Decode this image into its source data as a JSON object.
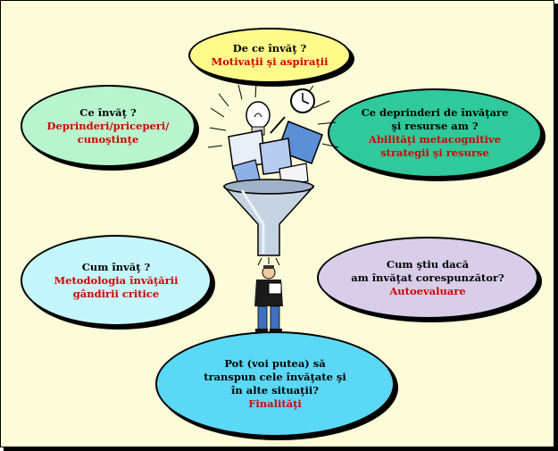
{
  "nodes": {
    "top": {
      "question": "De ce învăţ ?",
      "answer": "Motivaţii şi aspiraţii"
    },
    "ul": {
      "q1": "Ce învăţ ?",
      "a1": "Deprinderi/priceperi/",
      "a2": "cunoştinţe"
    },
    "ur": {
      "q1": "Ce deprinderi de învăţare",
      "q2": "şi resurse am ?",
      "a1": "Abilităţi metacognitive",
      "a2": "strategii şi resurse"
    },
    "ll": {
      "q1": "Cum învăţ ?",
      "a1": "Metodologia învăţării",
      "a2": "gândirii critice"
    },
    "lr": {
      "q1": "Cum ştiu dacă",
      "q2": "am învăţat corespunzător?",
      "a1": "Autoevaluare"
    },
    "bottom": {
      "q1": "Pot (voi putea) să",
      "q2": "transpun cele învăţate şi",
      "q3": "în alte situaţii?",
      "a1": "Finalităţi"
    }
  },
  "colors": {
    "background": "#fdfcd8",
    "answer_text": "#d40000",
    "top": "#fffc8c",
    "upper_left": "#b8f5cf",
    "upper_right": "#2fc99b",
    "lower_left": "#c5f6fb",
    "lower_right": "#d8cee9",
    "bottom": "#5ad8f5"
  },
  "illustration": {
    "icons": [
      "lightbulb-icon",
      "clock-icon",
      "book-icon",
      "funnel-icon",
      "person-reading-icon"
    ]
  }
}
